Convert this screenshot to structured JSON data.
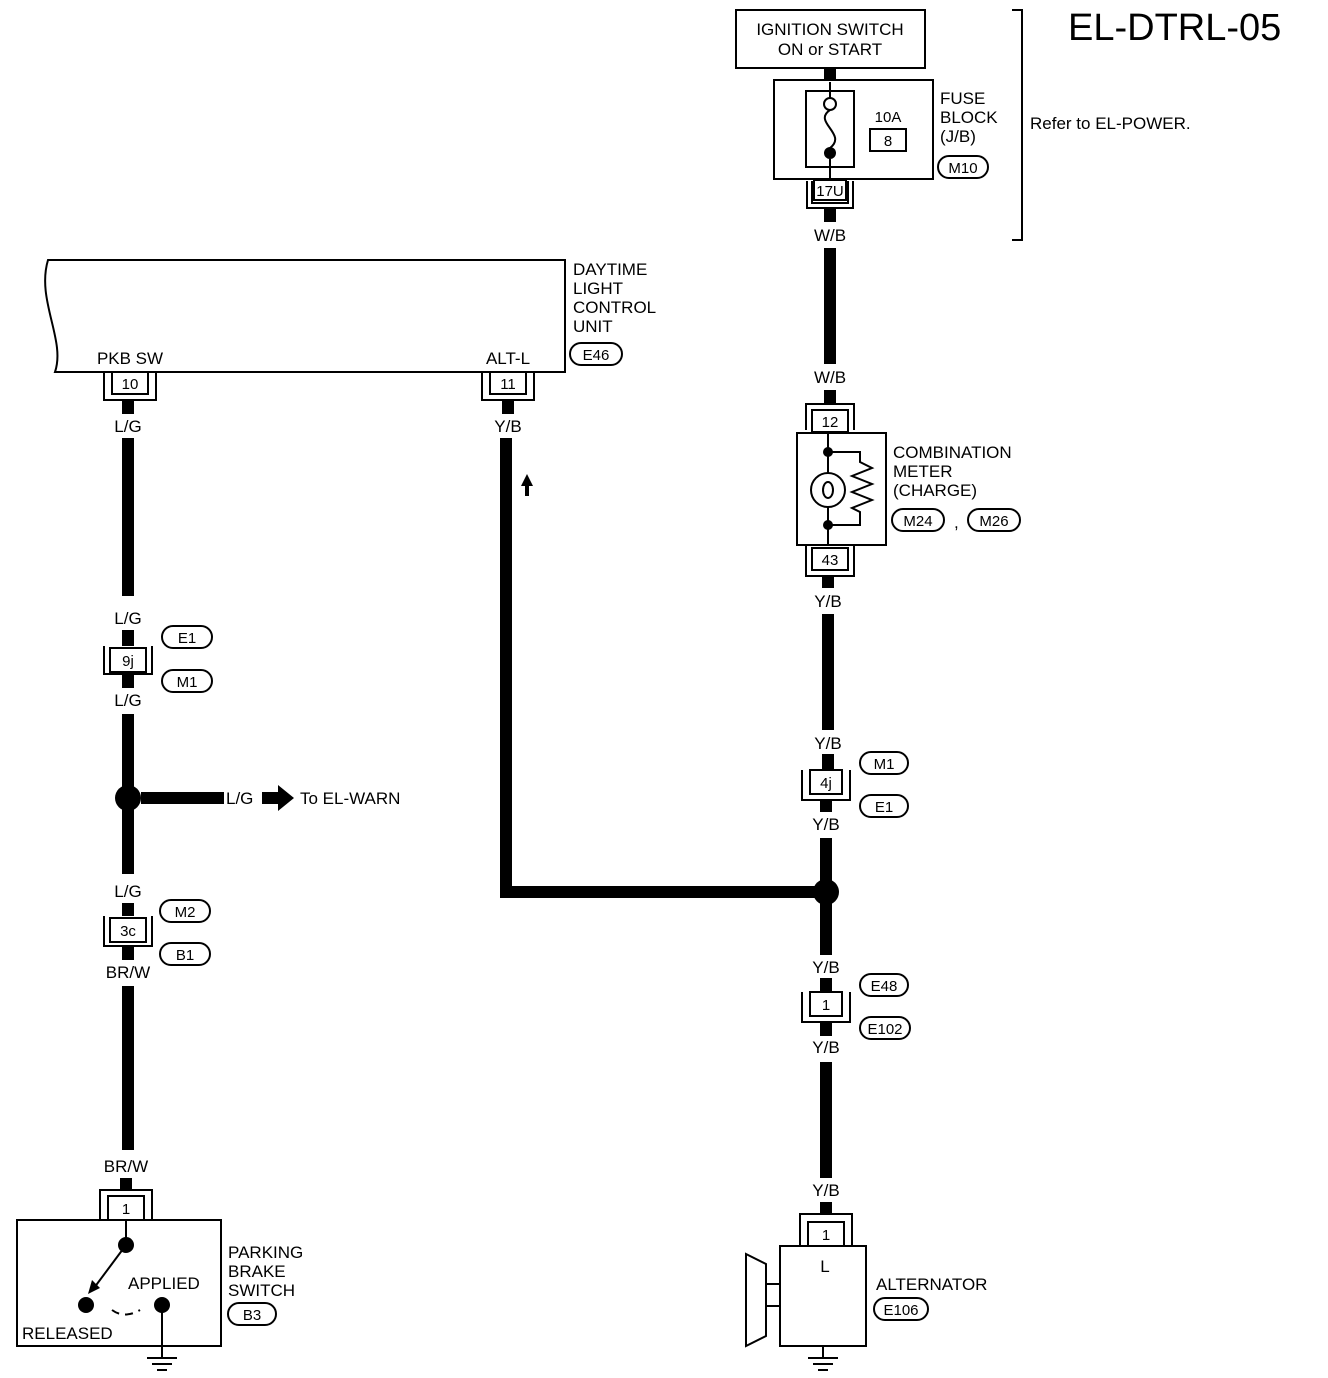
{
  "title": "EL-DTRL-05",
  "power": {
    "ignition_line1": "IGNITION SWITCH",
    "ignition_line2": "ON or START",
    "fuse_amp": "10A",
    "fuse_num": "8",
    "fuse_block": [
      "FUSE",
      "BLOCK",
      "(J/B)"
    ],
    "fuse_conn": "M10",
    "fuse_term": "17U",
    "refer": "Refer to EL-POWER."
  },
  "dlcu": {
    "name": [
      "DAYTIME",
      "LIGHT",
      "CONTROL",
      "UNIT"
    ],
    "conn": "E46",
    "pkb_label": "PKB SW",
    "pkb_term": "10",
    "alt_label": "ALT-L",
    "alt_term": "11"
  },
  "meter": {
    "name": [
      "COMBINATION",
      "METER",
      "(CHARGE)"
    ],
    "conn1": "M24",
    "sep": ",",
    "conn2": "M26",
    "term_top": "12",
    "term_bottom": "43"
  },
  "wires": {
    "wb": "W/B",
    "lg": "L/G",
    "yb": "Y/B",
    "brw": "BR/W"
  },
  "junctions": {
    "left_9j": {
      "term": "9j",
      "top": "E1",
      "bottom": "M1"
    },
    "left_3c": {
      "term": "3c",
      "top": "M2",
      "bottom": "B1"
    },
    "right_4j": {
      "term": "4j",
      "top": "M1",
      "bottom": "E1"
    },
    "right_1": {
      "term": "1",
      "top": "E48",
      "bottom": "E102"
    }
  },
  "warn": "To EL-WARN",
  "pbs": {
    "name": [
      "PARKING",
      "BRAKE",
      "SWITCH"
    ],
    "conn": "B3",
    "term": "1",
    "applied": "APPLIED",
    "released": "RELEASED"
  },
  "alternator": {
    "name": "ALTERNATOR",
    "conn": "E106",
    "term": "1",
    "l": "L"
  }
}
